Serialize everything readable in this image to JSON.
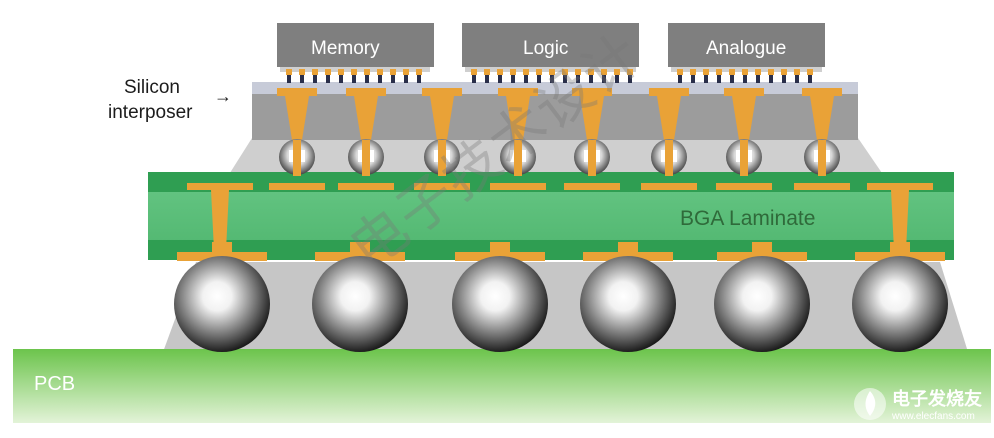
{
  "chips": [
    {
      "label": "Memory"
    },
    {
      "label": "Logic"
    },
    {
      "label": "Analogue"
    }
  ],
  "interposer_label_line1": "Silicon",
  "interposer_label_line2": "interposer",
  "arrow_glyph": "→",
  "laminate_label": "BGA Laminate",
  "pcb_label": "PCB",
  "watermark_text": "电子技术设计",
  "logo_text": "电子发烧友",
  "logo_url": "www.elecfans.com",
  "colors": {
    "chip": "#7f7f7f",
    "interposer": "#9a9a9a",
    "copper": "#e9a237",
    "laminate": "#5cbf7a",
    "laminate_edge": "#2e9a4e",
    "pcb_top": "#69c34a",
    "pcb_bottom": "#dff1d3",
    "underfill": "#c6c6c6"
  }
}
